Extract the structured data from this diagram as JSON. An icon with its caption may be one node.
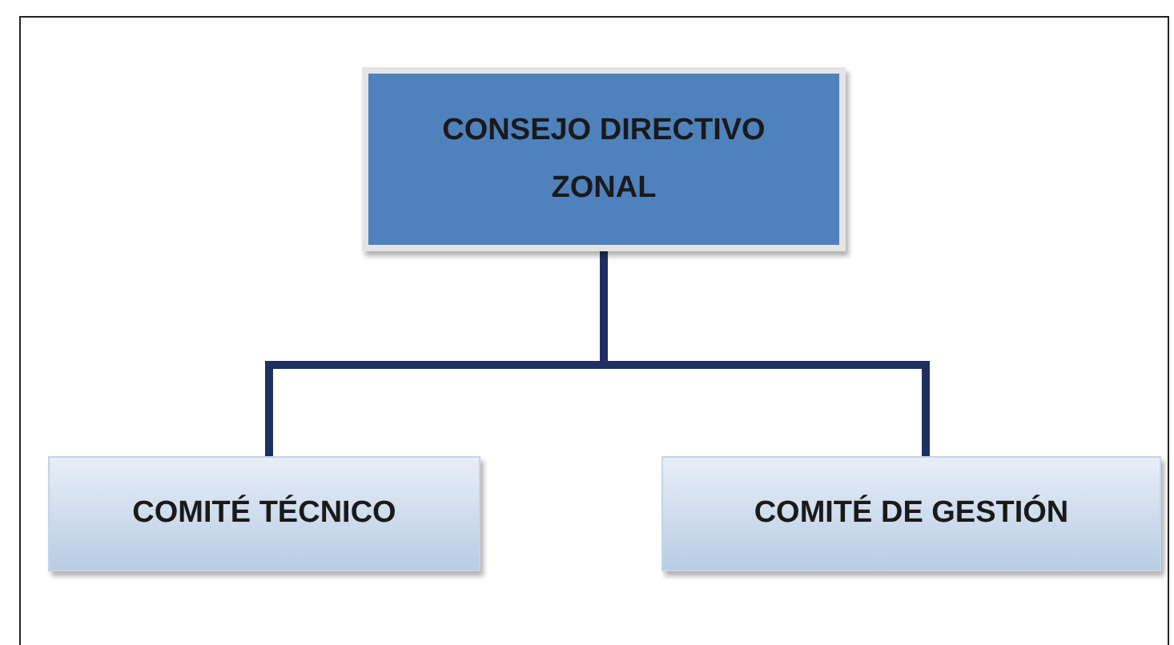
{
  "diagram": {
    "nodes": [
      {
        "text": [
          "CONSEJO DIRECTIVO ZONAL"
        ]
      },
      {
        "text": [
          "COMITÉ TÉCNICO"
        ]
      },
      {
        "text": [
          "COMITÉ DE GESTIÓN"
        ]
      }
    ],
    "edges": [
      {
        "from": 0,
        "to": 1,
        "arrow": "none"
      },
      {
        "from": 0,
        "to": 2,
        "arrow": "none"
      }
    ]
  }
}
